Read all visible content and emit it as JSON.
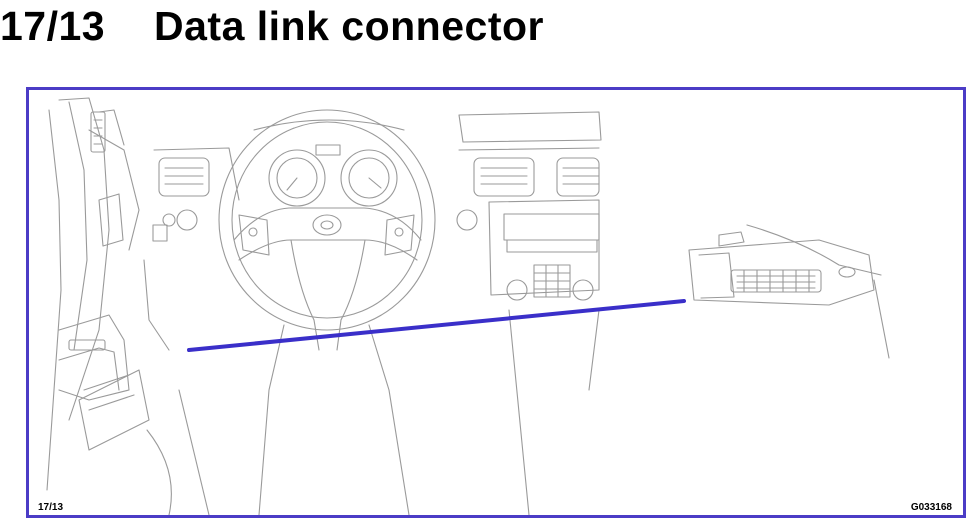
{
  "header": {
    "number": "17/13",
    "title": "Data link connector"
  },
  "figure": {
    "ref_left": "17/13",
    "ref_right": "G033168"
  },
  "colors": {
    "frame": "#4b3cc6",
    "pointer": "#3a2fc9",
    "linework": "#9a9a9a"
  }
}
